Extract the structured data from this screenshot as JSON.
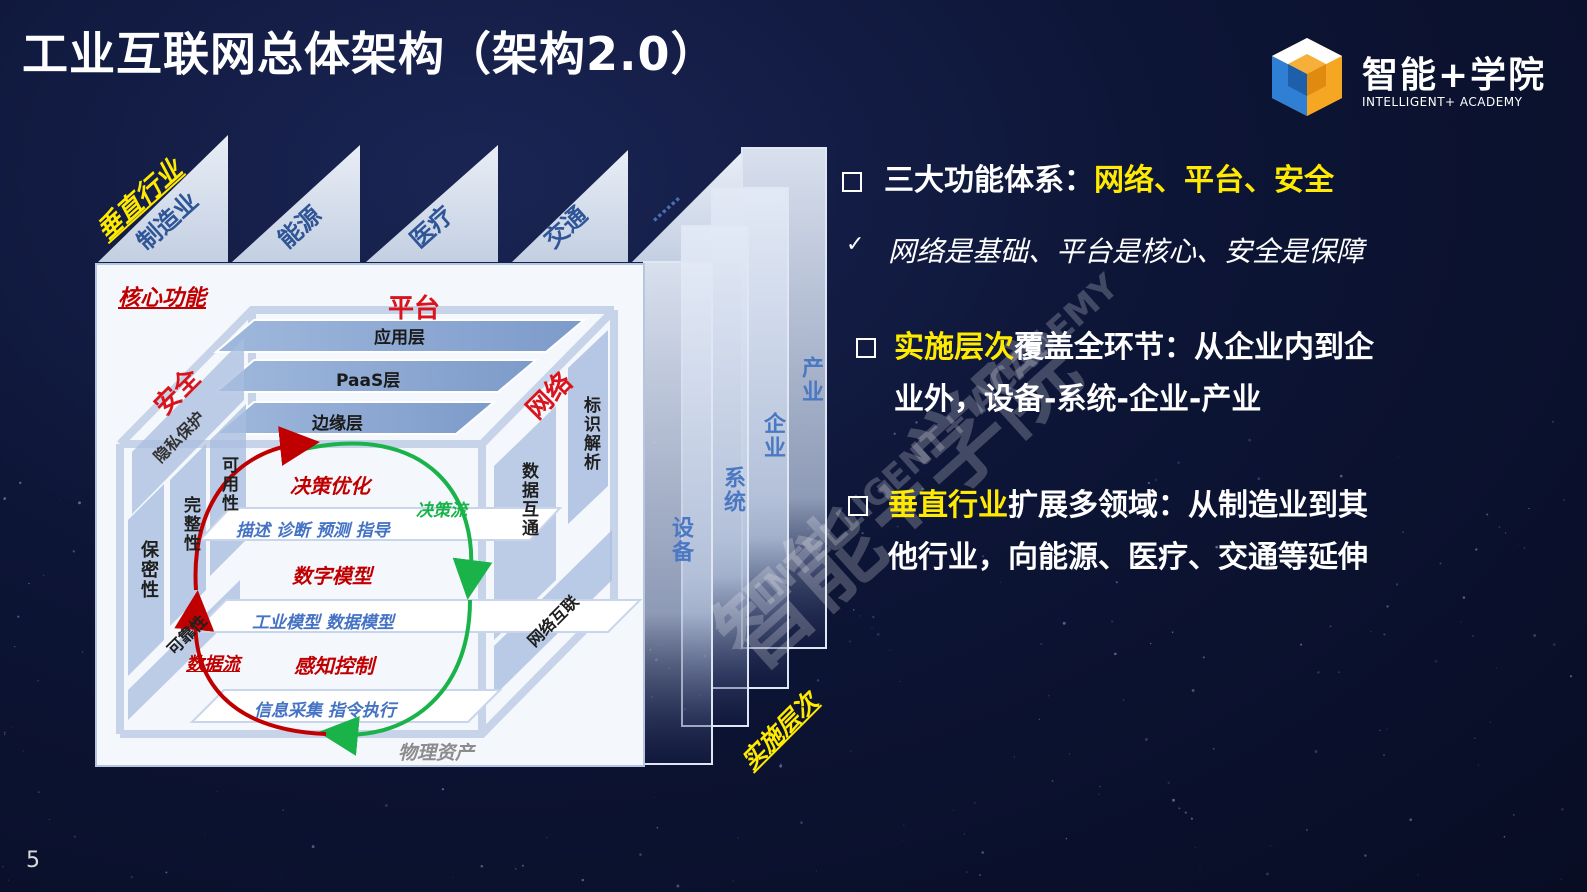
{
  "page": {
    "title": "工业互联网总体架构（架构2.0）",
    "page_number": "5"
  },
  "logo": {
    "name_cn": "智能+学院",
    "name_en": "INTELLIGENT+ ACADEMY"
  },
  "diagram": {
    "vertical_industry_label": "垂直行业",
    "industries": [
      "制造业",
      "能源",
      "医疗",
      "交通",
      "……"
    ],
    "core_function_label": "核心功能",
    "platform_label": "平台",
    "security_label": "安全",
    "network_label": "网络",
    "platform_layers": [
      "应用层",
      "PaaS层",
      "边缘层"
    ],
    "security_items": [
      "隐私保护",
      "可用性",
      "完整性",
      "保密性",
      "可靠性"
    ],
    "network_items": [
      "标识解析",
      "数据互通",
      "网络互联"
    ],
    "loop": {
      "decision_optimize": "决策优化",
      "decision_flow": "决策流",
      "analysis_items": "描述 诊断 预测 指导",
      "digital_model": "数字模型",
      "model_items": "工业模型  数据模型",
      "data_flow": "数据流",
      "sense_control": "感知控制",
      "sense_items": "信息采集 指令执行"
    },
    "physical_assets": "物理资产",
    "implementation_label": "实施层次",
    "implementation_levels": [
      "设备",
      "系统",
      "企业",
      "产业"
    ]
  },
  "bullets": [
    {
      "lines": [
        [
          {
            "t": "三大功能体系："
          },
          {
            "t": "网络、平台、安全",
            "hl": true
          }
        ]
      ],
      "sub": "网络是基础、平台是核心、安全是保障"
    },
    {
      "lines": [
        [
          {
            "t": "实施层次",
            "hl": true
          },
          {
            "t": "覆盖全环节：从企业内到企"
          }
        ],
        [
          {
            "t": "业外，设备-系统-企业-产业"
          }
        ]
      ]
    },
    {
      "lines": [
        [
          {
            "t": "垂直行业",
            "hl": true
          },
          {
            "t": "扩展多领域：从制造业到其"
          }
        ],
        [
          {
            "t": "他行业，向能源、医疗、交通等延伸"
          }
        ]
      ]
    }
  ],
  "watermark": {
    "cn": "智能+学院",
    "en": "INTELLIGENT+ ACADEMY"
  },
  "colors": {
    "highlight": "#ffea00",
    "title": "#ffffff",
    "accent_red": "#d9141c",
    "accent_blue": "#2f5597",
    "loop_green": "#19b34a",
    "loop_red": "#c00000"
  }
}
